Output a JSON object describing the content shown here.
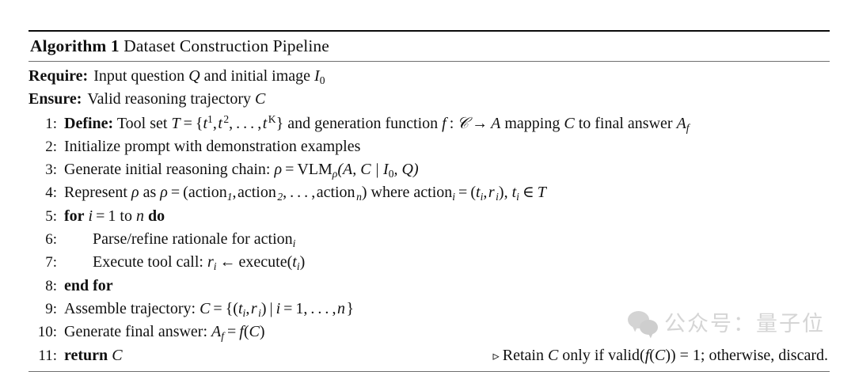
{
  "algorithm": {
    "caption": {
      "keyword": "Algorithm 1",
      "title": " Dataset Construction Pipeline"
    },
    "preamble": [
      {
        "label": "Require:",
        "text_parts": [
          "Input question ",
          "Q",
          " and initial image ",
          "I",
          "0"
        ]
      },
      {
        "label": "Ensure:",
        "text_parts": [
          "Valid reasoning trajectory ",
          "C"
        ]
      }
    ],
    "lines": [
      {
        "no": "1:",
        "keyword": "Define:",
        "text": "Tool set T = {t^1, t^2, ..., t^K} and generation function f : C -> A mapping C to final answer A_f"
      },
      {
        "no": "2:",
        "keyword": "",
        "text": "Initialize prompt with demonstration examples"
      },
      {
        "no": "3:",
        "keyword": "",
        "text": "Generate initial reasoning chain: rho = VLM_rho(A, C | I_0, Q)"
      },
      {
        "no": "4:",
        "keyword": "",
        "text": "Represent rho as rho = (action_1, action_2, ..., action_n) where action_i = (t_i, r_i), t_i in T"
      },
      {
        "no": "5:",
        "keyword": "for",
        "text": "for i = 1 to n do"
      },
      {
        "no": "6:",
        "keyword": "",
        "text": "Parse/refine rationale for action_i"
      },
      {
        "no": "7:",
        "keyword": "",
        "text": "Execute tool call: r_i <- execute(t_i)"
      },
      {
        "no": "8:",
        "keyword": "end for",
        "text": "end for"
      },
      {
        "no": "9:",
        "keyword": "",
        "text": "Assemble trajectory: C = {(t_i, r_i) | i = 1, ..., n}"
      },
      {
        "no": "10:",
        "keyword": "",
        "text": "Generate final answer: A_f = f(C)"
      },
      {
        "no": "11:",
        "keyword": "return",
        "text": "return C",
        "comment": "Retain C only if valid(f(C)) = 1; otherwise, discard."
      }
    ],
    "tokens": {
      "require_label": "Require:",
      "ensure_label": "Ensure:",
      "define_label": "Define:",
      "for_label": "for",
      "do_label": "do",
      "to_label": "to",
      "end_for_label": "end for",
      "return_label": "return",
      "l0_input_question": "Input question",
      "l0_and_initial_image": "and initial image",
      "l0_Q": "Q",
      "l0_I": "I",
      "l0_I_sub": "0",
      "l1_valid_traj": "Valid reasoning trajectory",
      "l1_C": "C",
      "l1_tool_set": "Tool set",
      "l1_T": "T",
      "l1_eq": "=",
      "l1_brace_open": "{",
      "l1_t": "t",
      "l1_sup1": "1",
      "l1_comma": ",",
      "l1_sup2": "2",
      "l1_dots": ", . . . ,",
      "l1_supK": "K",
      "l1_brace_close": "}",
      "l1_and_gen_fn": "and generation function",
      "l1_f": "f",
      "l1_colon": ":",
      "l1_Ccal": "𝒞",
      "l1_arrow": "→",
      "l1_A": "A",
      "l1_mapping": "mapping",
      "l1_C2": "C",
      "l1_to_final": "to final answer",
      "l1_Af": "A",
      "l1_Af_sub": "f",
      "l2_text": "Initialize prompt with demonstration examples",
      "l3_text": "Generate initial reasoning chain:",
      "l3_rho": "ρ",
      "l3_VLM": "VLM",
      "l3_VLM_sub": "ρ",
      "l3_args": "(A, C | I",
      "l3_args_sub": "0",
      "l3_args_end": ", Q)",
      "l4_represent": "Represent",
      "l4_as": "as",
      "l4_action": "action",
      "l4_sub1": "1",
      "l4_sub2": "2",
      "l4_subn": "n",
      "l4_where": "where",
      "l4_subi": "i",
      "l4_t": "t",
      "l4_r": "r",
      "l4_in": "∈",
      "l4_T": "T",
      "l5_i": "i",
      "l5_one": "1",
      "l5_n": "n",
      "l6_text": "Parse/refine rationale for",
      "l7_text": "Execute tool call:",
      "l7_arrow": "←",
      "l7_execute": "execute",
      "l9_text": "Assemble trajectory:",
      "l9_C": "C",
      "l9_body": "{(t",
      "l10_text": "Generate final answer:",
      "l10_A": "A",
      "l10_sub_f": "f",
      "l10_f": "f",
      "l11_C": "C",
      "comment_tri": "▹",
      "comment_retain": "Retain",
      "comment_only_if": "only if valid(",
      "comment_rest": ") = 1; otherwise, discard."
    }
  },
  "watermark": {
    "text": "公众号：量子位",
    "logo": "wechat-logo"
  }
}
